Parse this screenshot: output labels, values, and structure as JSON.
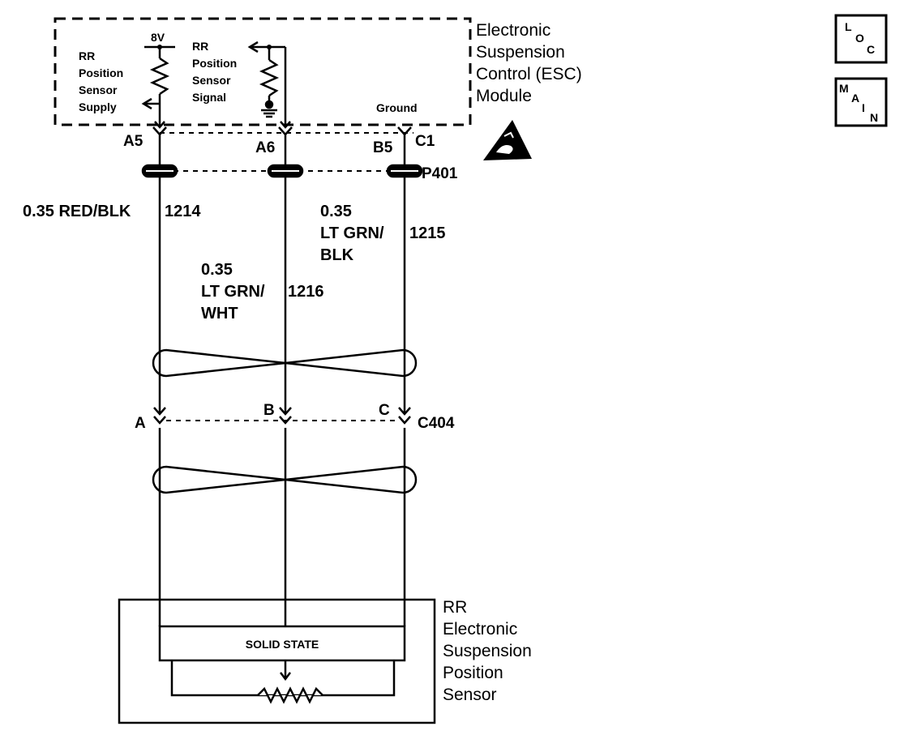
{
  "module": {
    "name_lines": [
      "Electronic",
      "Suspension",
      "Control (ESC)",
      "Module"
    ],
    "voltage": "8V",
    "supply_lines": [
      "RR",
      "Position",
      "Sensor",
      "Supply"
    ],
    "signal_lines": [
      "RR",
      "Position",
      "Sensor",
      "Signal"
    ],
    "ground_label": "Ground"
  },
  "pins": {
    "a5": "A5",
    "a6": "A6",
    "b5": "B5",
    "c1": "C1"
  },
  "connectors": {
    "p401": "P401",
    "c404": "C404",
    "pin_a": "A",
    "pin_b": "B",
    "pin_c": "C"
  },
  "wires": {
    "w1214": {
      "line1": "0.35 RED/BLK",
      "circuit": "1214"
    },
    "w1215": {
      "line1": "0.35",
      "line2": "LT GRN/",
      "line3": "BLK",
      "circuit": "1215"
    },
    "w1216": {
      "line1": "0.35",
      "line2": "LT GRN/",
      "line3": "WHT",
      "circuit": "1216"
    }
  },
  "sensor": {
    "name_lines": [
      "RR",
      "Electronic",
      "Suspension",
      "Position",
      "Sensor"
    ],
    "solid_state": "SOLID STATE"
  },
  "badges": {
    "loc": {
      "l1": "L",
      "l2": "O",
      "l3": "C"
    },
    "main": {
      "l1": "M",
      "l2": "A",
      "l3": "I",
      "l4": "N"
    }
  },
  "icons": {
    "esd": "esd-warning-icon"
  }
}
